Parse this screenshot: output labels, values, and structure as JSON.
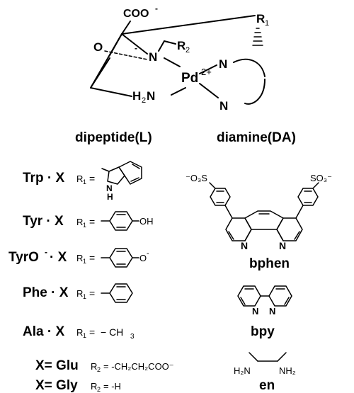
{
  "complex": {
    "coo": "COO",
    "minus": "-",
    "r1": "R",
    "r1_sub": "1",
    "o": "O",
    "n_amide": "N",
    "r2": "R",
    "r2_sub": "2",
    "pd": "Pd",
    "pd_charge": "2+",
    "n_top": "N",
    "n_bottom": "N",
    "h2n": "H",
    "h2n_sub": "2",
    "h2n_n": "N",
    "caption_left": "dipeptide(L)",
    "caption_right": "diamine(DA)"
  },
  "dipeptides": [
    {
      "name": "Trp · X",
      "r1": "R",
      "r1_sub": "1",
      "eq": "=",
      "nh": "N",
      "nh_h": "H"
    },
    {
      "name": "Tyr · X",
      "r1": "R",
      "r1_sub": "1",
      "eq": "=",
      "group": "OH"
    },
    {
      "name": "TyrO",
      "name_sup": "-",
      "name_tail": "· X",
      "r1": "R",
      "r1_sub": "1",
      "eq": "=",
      "group": "O",
      "group_sup": "-"
    },
    {
      "name": "Phe · X",
      "r1": "R",
      "r1_sub": "1",
      "eq": "="
    },
    {
      "name": "Ala · X",
      "r1": "R",
      "r1_sub": "1",
      "eq": "=",
      "group": "− CH",
      "group_sub": "3"
    }
  ],
  "x_defs": [
    {
      "lhs": "X= Glu",
      "r2": "R",
      "r2_sub": "2",
      "value": "= -CH₂CH₂COO⁻"
    },
    {
      "lhs": "X= Gly",
      "r2": "R",
      "r2_sub": "2",
      "value": "= -H"
    }
  ],
  "diamines": {
    "so3_left": "⁻O₃S",
    "so3_right": "SO₃⁻",
    "bphen_n1": "N",
    "bphen_n2": "N",
    "bphen": "bphen",
    "bpy_n1": "N",
    "bpy_n2": "N",
    "bpy": "bpy",
    "en_left": "H₂N",
    "en_right": "NH₂",
    "en": "en"
  }
}
